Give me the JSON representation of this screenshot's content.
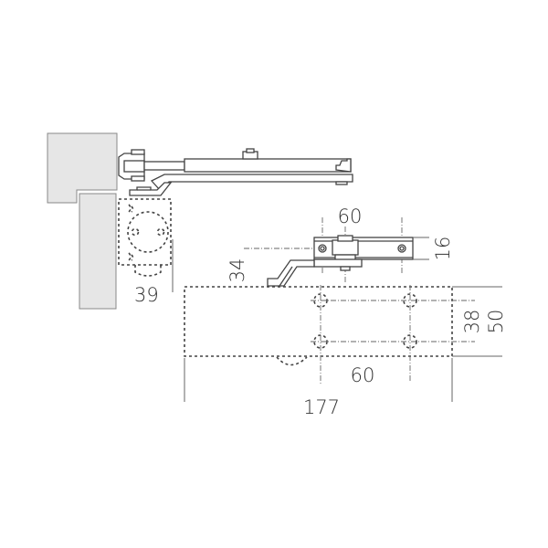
{
  "drawing": {
    "title": "Door closer arm mounting dimension drawing",
    "colors": {
      "line": "#444444",
      "wall_fill": "#e6e6e6",
      "text": "#333333"
    },
    "dimensions": {
      "bracket_hole_spacing": "60",
      "bracket_height": "16",
      "bracket_offset": "34",
      "frame_depth": "39",
      "body_hole_spacing_vertical_inner": "38",
      "body_height": "50",
      "body_hole_spacing_horizontal": "60",
      "body_length": "177"
    }
  }
}
